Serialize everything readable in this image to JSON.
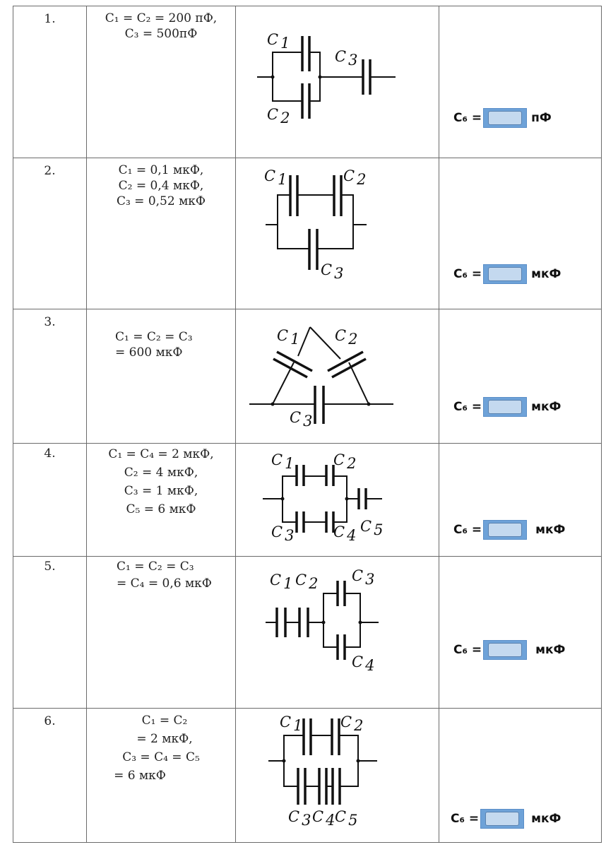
{
  "rows": [
    {
      "num": "1.",
      "given": [
        "C₁ = C₂ = 200 пФ,",
        "C₃ = 500пФ"
      ],
      "answer_label": "C₆ =",
      "answer_value": "",
      "unit": "пФ"
    },
    {
      "num": "2.",
      "given": [
        "C₁ = 0,1 мкФ,",
        "C₂ = 0,4 мкФ,",
        "C₃ = 0,52 мкФ"
      ],
      "answer_label": "C₆ =",
      "answer_value": "",
      "unit": "мкФ"
    },
    {
      "num": "3.",
      "given": [
        "C₁ = C₂ =  C₃",
        "= 600 мкФ"
      ],
      "answer_label": "C₆ =",
      "answer_value": "",
      "unit": "мкФ"
    },
    {
      "num": "4.",
      "given": [
        "C₁ = C₄ = 2 мкФ,",
        "C₂ = 4 мкФ,",
        "C₃ = 1 мкФ,",
        "C₅ = 6 мкФ"
      ],
      "answer_label": "C₆ =",
      "answer_value": "",
      "unit": "мкФ"
    },
    {
      "num": "5.",
      "given": [
        "C₁ = C₂ = C₃",
        "= C₄ = 0,6 мкФ"
      ],
      "answer_label": "C₆ =",
      "answer_value": "",
      "unit": "мкФ"
    },
    {
      "num": "6.",
      "given": [
        "C₁ = C₂",
        "= 2 мкФ,",
        "C₃ = C₄ = C₅",
        "= 6 мкФ"
      ],
      "answer_label": "C₆ =",
      "answer_value": "",
      "unit": "мкФ"
    }
  ],
  "labels": {
    "C": "C",
    "n1": "1",
    "n2": "2",
    "n3": "3",
    "n4": "4",
    "n5": "5"
  },
  "colors": {
    "answer_box": "#6ea2d8",
    "answer_field": "#c4d9ef"
  }
}
